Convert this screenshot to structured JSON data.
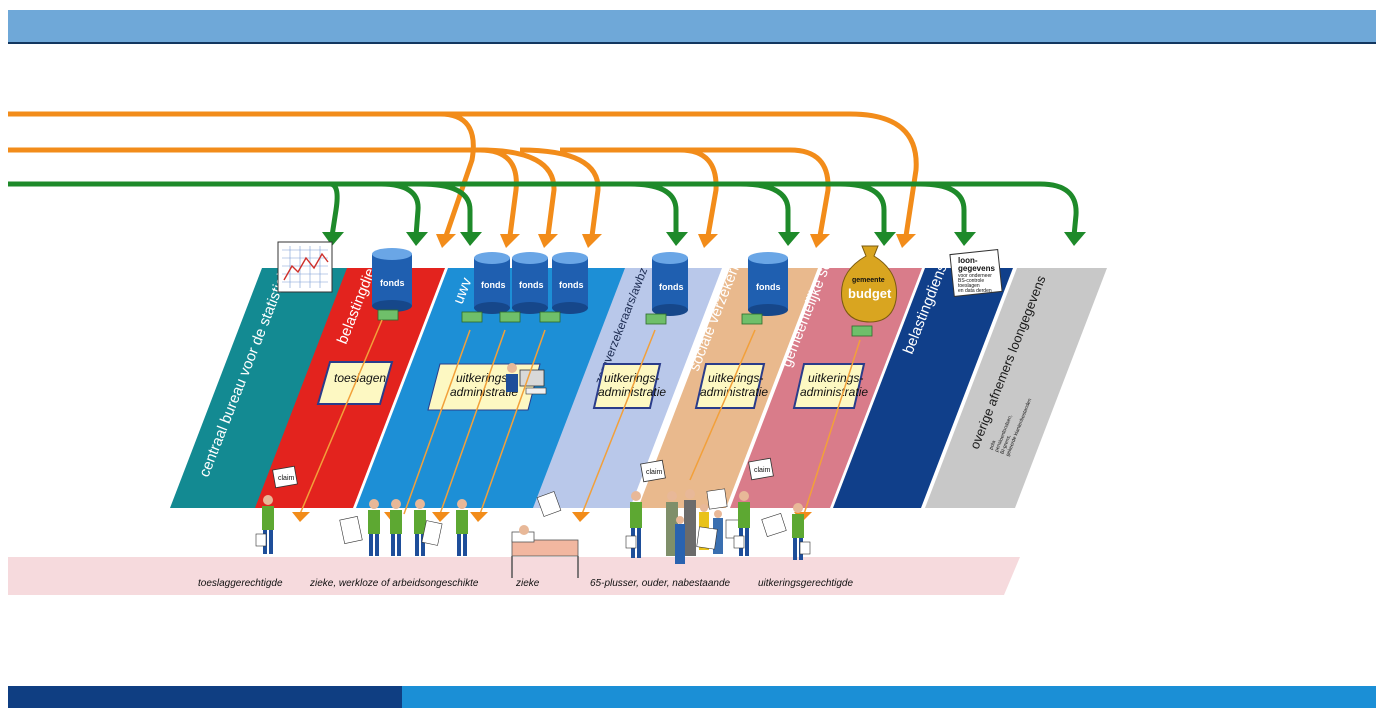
{
  "lanes": {
    "cbs": "centraal bureau voor de statistiek",
    "toeslagen_lane": "belastingdienst toeslagen",
    "uwv": "uwv",
    "zorg": "zorgverzekeraars/awbz",
    "svb": "sociale verzekeringsbank",
    "gsd": "gemeentelijke sociale dienst",
    "belastingdienst": "belastingdienst",
    "overige": "overige afnemers loongegevens"
  },
  "boxes": {
    "toeslagen": "toeslagen",
    "uwv_admin_1": "uitkerings-",
    "uwv_admin_2": "administratie",
    "zorg_admin_1": "uitkerings-",
    "zorg_admin_2": "administratie",
    "svb_admin_1": "uitkerings-",
    "svb_admin_2": "administratie",
    "gsd_admin_1": "uitkerings-",
    "gsd_admin_2": "administratie"
  },
  "fonds_label": "fonds",
  "budget": {
    "line1": "gemeente",
    "line2": "budget"
  },
  "loongegevens": {
    "title1": "loon-",
    "title2": "gegevens",
    "l1": "voor onderneer",
    "l2": "BS-controle",
    "l3": "toeslagen",
    "l4": "en data derden"
  },
  "overige_sub": {
    "l1": "pola",
    "l2": "pensioenfondsen,",
    "l3": "BI-grens,",
    "l4": "gekeerde klantenbestanden"
  },
  "claim": "claim",
  "captions": {
    "c1": "toeslaggerechtigde",
    "c2": "zieke, werkloze of arbeidsongeschikte",
    "c3": "zieke",
    "c4": "65-plusser, ouder, nabestaande",
    "c5": "uitkeringsgerechtigde"
  },
  "colors": {
    "header": "#6fa8d8",
    "green_arrow": "#1e8a2a",
    "orange_arrow": "#f28c1a",
    "cbs": "#138a92",
    "toeslagen": "#e3231e",
    "uwv": "#1d8fd6",
    "zorg": "#b9c8ea",
    "svb": "#e9b98d",
    "gsd": "#d97c8a",
    "belastingdienst": "#103f8a",
    "overige": "#c8c8c8",
    "yellow_box": "#fdf8c2"
  }
}
